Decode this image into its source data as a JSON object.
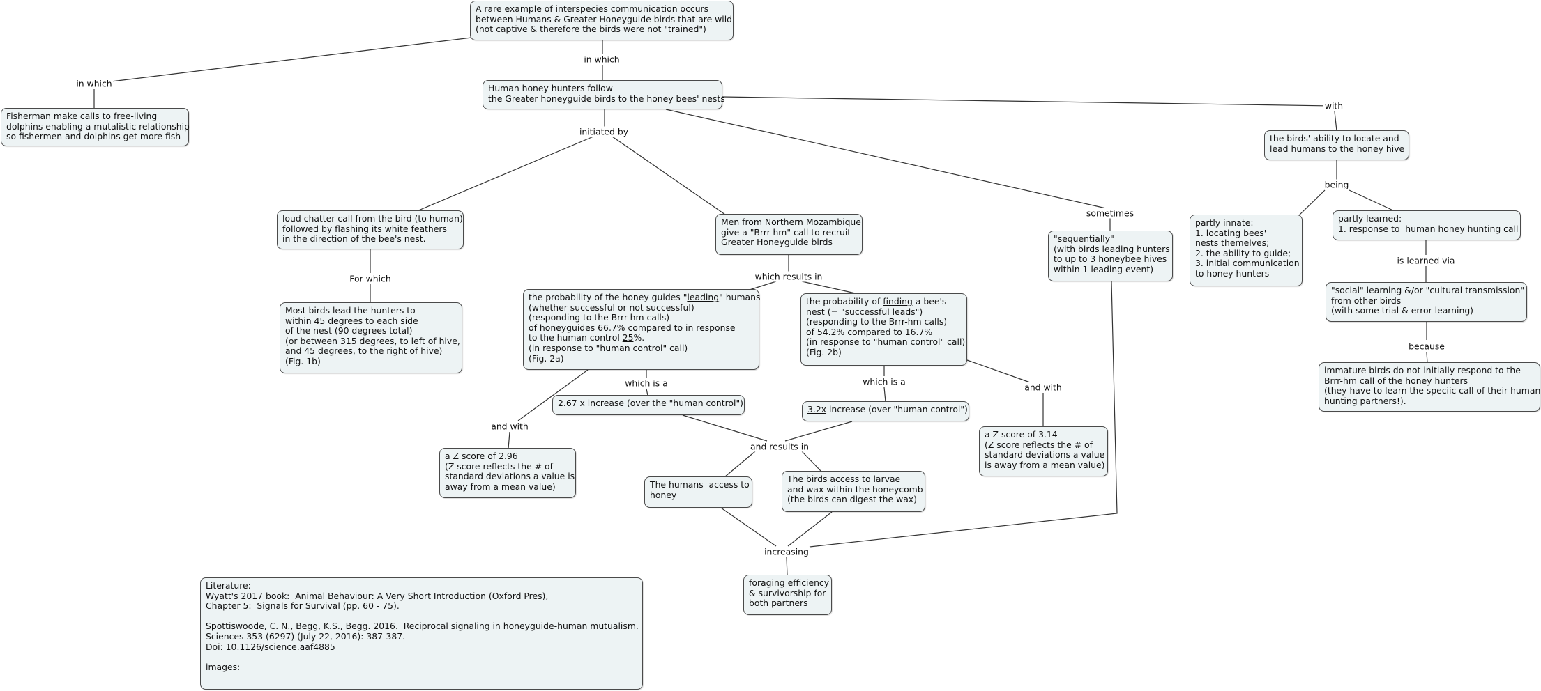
{
  "nodes": {
    "n1": {
      "lines": [
        [
          "A ",
          {
            "u": "rare"
          },
          " example of interspecies communication occurs"
        ],
        "between Humans & Greater Honeyguide birds that are wild",
        "(not captive & therefore the birds were not \"trained\")"
      ]
    },
    "n2": {
      "lines": [
        "Fisherman make calls to free-living",
        "dolphins enabling a mutalistic relationship",
        "so fishermen and dolphins get more fish"
      ]
    },
    "n3": {
      "lines": [
        "Human honey hunters follow",
        "the Greater honeyguide birds to the honey bees' nests"
      ]
    },
    "n4": {
      "lines": [
        "the birds' ability to locate and",
        "lead humans to the honey hive"
      ]
    },
    "n5": {
      "lines": [
        "loud chatter call from the bird (to human)",
        "followed by flashing its white feathers",
        "in the direction of the bee's nest."
      ]
    },
    "n6": {
      "lines": [
        "Men from Northern Mozambique",
        "give a \"Brrr-hm\" call to recruit",
        "Greater Honeyguide birds"
      ]
    },
    "n7": {
      "lines": [
        "\"sequentially\"",
        "(with birds leading hunters",
        "to up to 3 honeybee hives",
        "within 1 leading event)"
      ]
    },
    "n8": {
      "lines": [
        "partly innate:",
        "1. locating bees'",
        "nests themelves;",
        "2. the ability to guide;",
        "3. initial communication",
        "to honey hunters"
      ]
    },
    "n9": {
      "lines": [
        "partly learned:",
        "1. response to  human honey hunting call"
      ]
    },
    "n10": {
      "lines": [
        "Most birds lead the hunters to",
        "within 45 degrees to each side",
        "of the nest (90 degrees total)",
        "(or between 315 degrees, to left of hive,",
        "and 45 degrees, to the right of hive)",
        "(Fig. 1b)"
      ]
    },
    "n11": {
      "lines": [
        [
          "the probability of the honey guides \"",
          {
            "u": "leading"
          },
          "\" humans"
        ],
        "(whether successful or not successful)",
        "(responding to the Brrr-hm calls)",
        [
          "of honeyguides ",
          {
            "u": "66.7"
          },
          "% compared to in response"
        ],
        [
          "to the human control ",
          {
            "u": "25"
          },
          "%."
        ],
        "(in response to \"human control\" call)",
        "(Fig. 2a)"
      ]
    },
    "n12": {
      "lines": [
        [
          "the probability of ",
          {
            "u": "finding"
          },
          " a bee's"
        ],
        [
          "nest (= \"",
          {
            "u": "successful leads"
          },
          "\")"
        ],
        "(responding to the Brrr-hm calls)",
        [
          "of ",
          {
            "u": "54.2"
          },
          "% compared to ",
          {
            "u": "16.7"
          },
          "%"
        ],
        "(in response to \"human control\" call)",
        "(Fig. 2b)"
      ]
    },
    "n13": {
      "lines": [
        "\"social\" learning &/or \"cultural transmission\"",
        "from other birds",
        "(with some trial & error learning)"
      ]
    },
    "n14": {
      "lines": [
        [
          {
            "u": "2.67"
          },
          " x increase (over the \"human control\")"
        ]
      ]
    },
    "n15": {
      "lines": [
        [
          {
            "u": "3.2x"
          },
          " increase (over \"human control\")"
        ]
      ]
    },
    "n16": {
      "lines": [
        "immature birds do not initially respond to the",
        "Brrr-hm call of the honey hunters",
        "(they have to learn the speciic call of their human",
        "hunting partners!)."
      ]
    },
    "n17": {
      "lines": [
        "a Z score of 2.96",
        "(Z score reflects the # of",
        "standard deviations a value is",
        "away from a mean value)"
      ]
    },
    "n18": {
      "lines": [
        "a Z score of 3.14",
        "(Z score reflects the # of",
        "standard deviations a value",
        "is away from a mean value)"
      ]
    },
    "n19": {
      "lines": [
        "The humans  access to",
        "honey"
      ]
    },
    "n20": {
      "lines": [
        "The birds access to larvae",
        "and wax within the honeycomb",
        "(the birds can digest the wax)"
      ]
    },
    "n21": {
      "lines": [
        "foraging efficiency",
        "& survivorship for",
        "both partners"
      ]
    },
    "n22": {
      "lines": [
        "Literature:",
        "Wyatt's 2017 book:  Animal Behaviour: A Very Short Introduction (Oxford Pres),",
        "Chapter 5:  Signals for Survival (pp. 60 - 75).",
        "",
        "Spottiswoode, C. N., Begg, K.S., Begg. 2016.  Reciprocal signaling in honeyguide-human mutualism.",
        "Sciences 353 (6297) (July 22, 2016): 387-387.",
        "Doi: 10.1126/science.aaf4885",
        "",
        "images:"
      ]
    }
  },
  "labels": {
    "l_inwhich1": "in which",
    "l_inwhich2": "in which",
    "l_with": "with",
    "l_initiated": "initiated by",
    "l_sometimes": "sometimes",
    "l_being": "being",
    "l_forwhich": "For which",
    "l_whichresults": "which results in",
    "l_learnedvia": "is learned via",
    "l_because": "because",
    "l_whichisa1": "which is a",
    "l_whichisa2": "which is a",
    "l_andwith1": "and with",
    "l_andwith2": "and with",
    "l_andresults": "and results in",
    "l_increasing": "increasing"
  }
}
